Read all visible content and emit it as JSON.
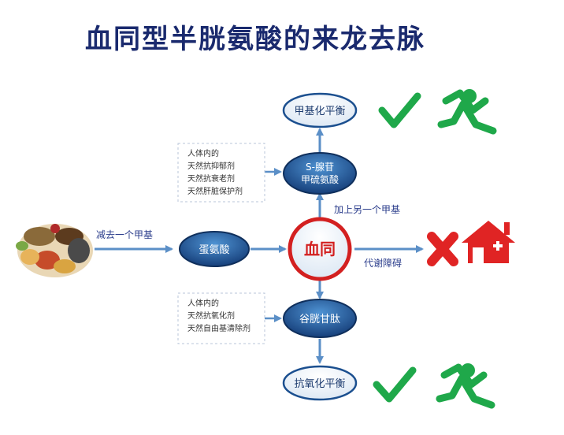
{
  "title": "血同型半胱氨酸的来龙去脉",
  "colors": {
    "title": "#1a2a6e",
    "node_fill": "#1b4f8f",
    "node_light": "#3f86c8",
    "arrow": "#5b8fc7",
    "label": "#2c3e8c",
    "center_ring": "#d32020",
    "ok_green": "#1fa84a",
    "bad_red": "#e02424"
  },
  "nodes": {
    "methyl_balance": "甲基化平衡",
    "same": [
      "S-腺苷",
      "甲硫氨酸"
    ],
    "methionine": "蛋氨酸",
    "center": "血同",
    "glutathione": "谷胱甘肽",
    "antioxidant_balance": "抗氧化平衡"
  },
  "notes": {
    "upper": [
      "人体内的",
      "天然抗抑郁剂",
      "天然抗衰老剂",
      "天然肝脏保护剂"
    ],
    "lower": [
      "人体内的",
      "天然抗氧化剂",
      "天然自由基清除剂"
    ]
  },
  "edge_labels": {
    "remove_methyl": "减去一个甲基",
    "add_methyl": "加上另一个甲基",
    "metabolic_disorder": "代谢障碍"
  },
  "icons": {
    "food": "food-photo-icon",
    "check": "checkmark-icon",
    "runner": "running-person-icon",
    "x": "x-mark-icon",
    "hospital": "hospital-house-icon"
  }
}
